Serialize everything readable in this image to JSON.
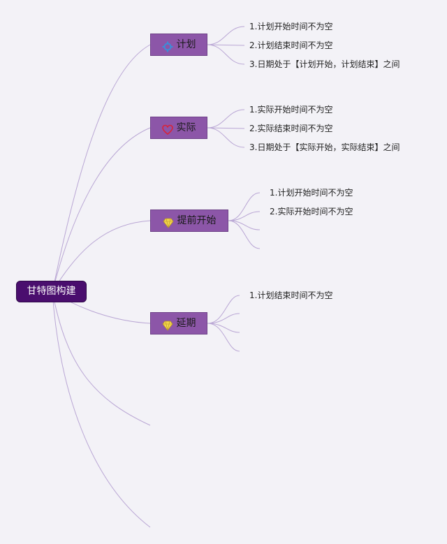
{
  "root": {
    "label": "甘特图构建"
  },
  "branches": [
    {
      "label": "计划",
      "icon": "gear-icon",
      "items": [
        "1.计划开始时间不为空",
        "2.计划结束时间不为空",
        "3.日期处于【计划开始，计划结束】之间"
      ]
    },
    {
      "label": "实际",
      "icon": "heart-icon",
      "items": [
        "1.实际开始时间不为空",
        "2.实际结束时间不为空",
        "3.日期处于【实际开始，实际结束】之间"
      ]
    },
    {
      "label": "提前开始",
      "icon": "diamond-icon",
      "items": [
        "1.计划开始时间不为空",
        "2.实际开始时间不为空"
      ]
    },
    {
      "label": "延期",
      "icon": "diamond-icon",
      "items": [
        "1.计划结束时间不为空"
      ]
    }
  ],
  "colors": {
    "root_fill": "#4a0e6e",
    "node_fill": "#8c56a8",
    "link": "#b9a6d4",
    "gear": "#3b8ed8",
    "heart": "#d8243a",
    "diamond": "#f2d54a"
  }
}
